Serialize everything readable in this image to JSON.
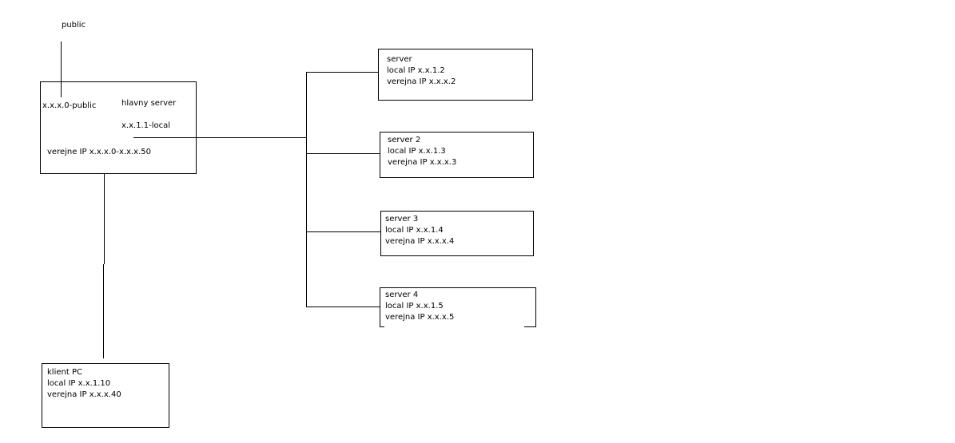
{
  "public_label": "public",
  "main_server": {
    "public_label": "x.x.x.0-public",
    "title": "hlavny server",
    "local_label": "x.x.1.1-local",
    "public_ip_range": "verejne IP x.x.x.0-x.x.x.50"
  },
  "servers": [
    {
      "name": "server",
      "local_ip": "local IP x.x.1.2",
      "public_ip": "verejna IP x.x.x.2"
    },
    {
      "name": "server 2",
      "local_ip": "local IP x.x.1.3",
      "public_ip": "verejna IP x.x.x.3"
    },
    {
      "name": "server 3",
      "local_ip": "local IP x.x.1.4",
      "public_ip": "verejna IP x.x.x.4"
    },
    {
      "name": "server 4",
      "local_ip": "local IP x.x.1.5",
      "public_ip": "verejna IP x.x.x.5"
    }
  ],
  "client": {
    "name": "klient PC",
    "local_ip": "local IP x.x.1.10",
    "public_ip": "verejna IP x.x.x.40"
  }
}
